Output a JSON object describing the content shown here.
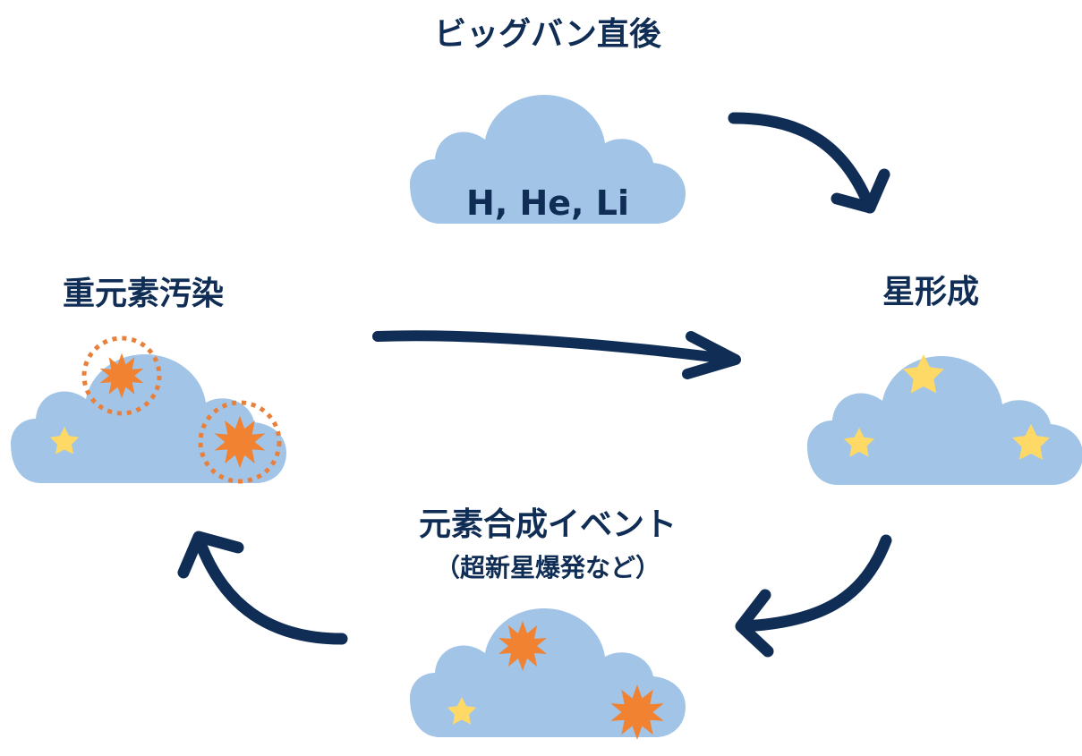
{
  "stages": {
    "big_bang": {
      "title": "ビッグバン直後",
      "content": "H, He, Li"
    },
    "star_formation": {
      "title": "星形成"
    },
    "synthesis": {
      "title": "元素合成イベント",
      "subtitle": "（超新星爆発など）"
    },
    "pollution": {
      "title": "重元素汚染"
    }
  },
  "colors": {
    "cloud": "#a2c4e6",
    "arrow": "#0f2d55",
    "text": "#0f2d55",
    "star": "#ffd966",
    "burst": "#f08232",
    "ring": "#e8803c"
  },
  "icons": [
    "cloud-icon",
    "star-icon",
    "burst-icon",
    "dotted-ring-icon",
    "curved-arrow-icon"
  ]
}
